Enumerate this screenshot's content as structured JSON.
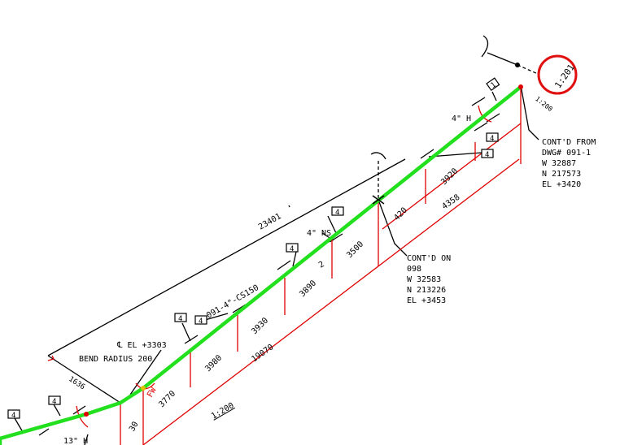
{
  "drawing": {
    "pipe_color": "#22e01e",
    "dimension_color": "#e00000",
    "line_color": "#000000",
    "highlight_circle_color": "#e01010"
  },
  "labels": {
    "ref_circled": "1:201",
    "ref_small": "1:200",
    "ref_lower": "1:200",
    "hanger_top": "4\" H",
    "hanger_bottom": "13\" H",
    "line_id": "091-4\"-CS150",
    "ns_label": "4\" NS",
    "diag_dim": "23401",
    "diag_short": "1636",
    "item_2": "2",
    "fw": "FW",
    "cl_el": "℄ EL +3303",
    "bend_radius": "BEND RADIUS 200"
  },
  "tags": [
    "4",
    "4",
    "4",
    "4",
    "4",
    "4",
    "4",
    "4",
    "1"
  ],
  "dimensions": {
    "d4358": "4358",
    "d3920": "3920",
    "d420": "420",
    "d3500": "3500",
    "d3890": "3890",
    "d3930": "3930",
    "d19070": "19070",
    "d3980": "3980",
    "d3770": "3770",
    "d30": "30"
  },
  "cont_from": [
    "CONT'D FROM",
    "DWG# 091-1",
    "W 32887",
    "N 217573",
    "EL +3420"
  ],
  "cont_on": [
    "CONT'D ON",
    "098",
    "W 32583",
    "N 213226",
    "EL +3453"
  ]
}
